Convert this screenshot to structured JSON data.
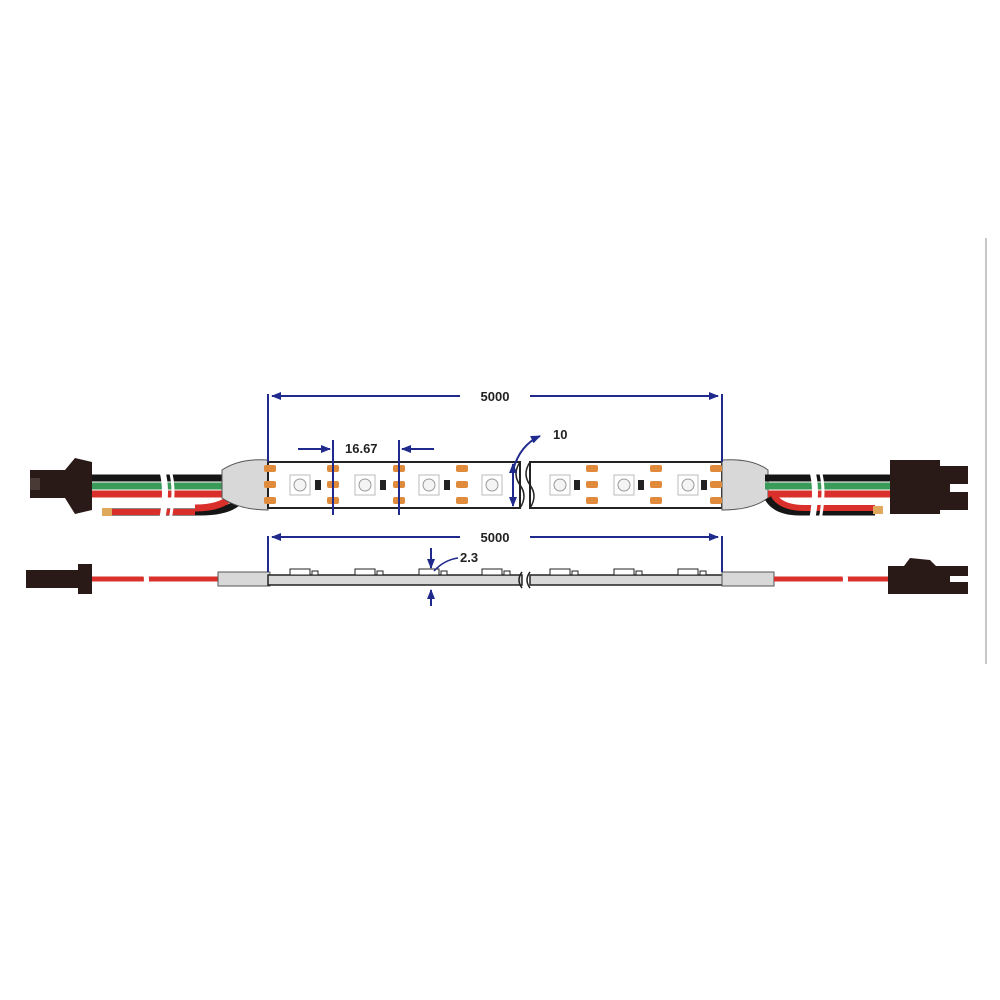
{
  "diagram": {
    "top_length_label": "5000",
    "pitch_label": "16.67",
    "width_label": "10",
    "bottom_length_label": "5000",
    "thickness_label": "2.3"
  },
  "colors": {
    "dimension": "#1f2a8c",
    "wire_red": "#d9302b",
    "wire_green": "#3a9a5a",
    "wire_black": "#151515",
    "connector": "#2a1a17",
    "resistor": "#e08a3c",
    "strip_outline": "#222222",
    "sleeve": "#d8d8d8"
  }
}
